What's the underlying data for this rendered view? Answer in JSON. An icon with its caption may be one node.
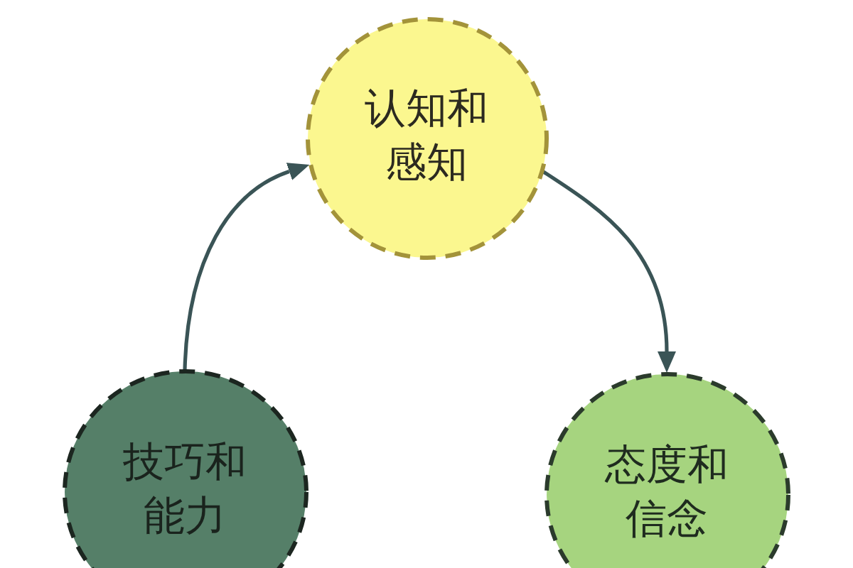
{
  "diagram": {
    "nodes": [
      {
        "text": [
          "认知和感知"
        ]
      },
      {
        "text": [
          "技巧和能力"
        ]
      },
      {
        "text": [
          "态度和信念"
        ]
      }
    ],
    "edges": [
      {
        "from": 1,
        "to": 0,
        "arrow": "to"
      },
      {
        "from": 0,
        "to": 2,
        "arrow": "to"
      }
    ]
  }
}
